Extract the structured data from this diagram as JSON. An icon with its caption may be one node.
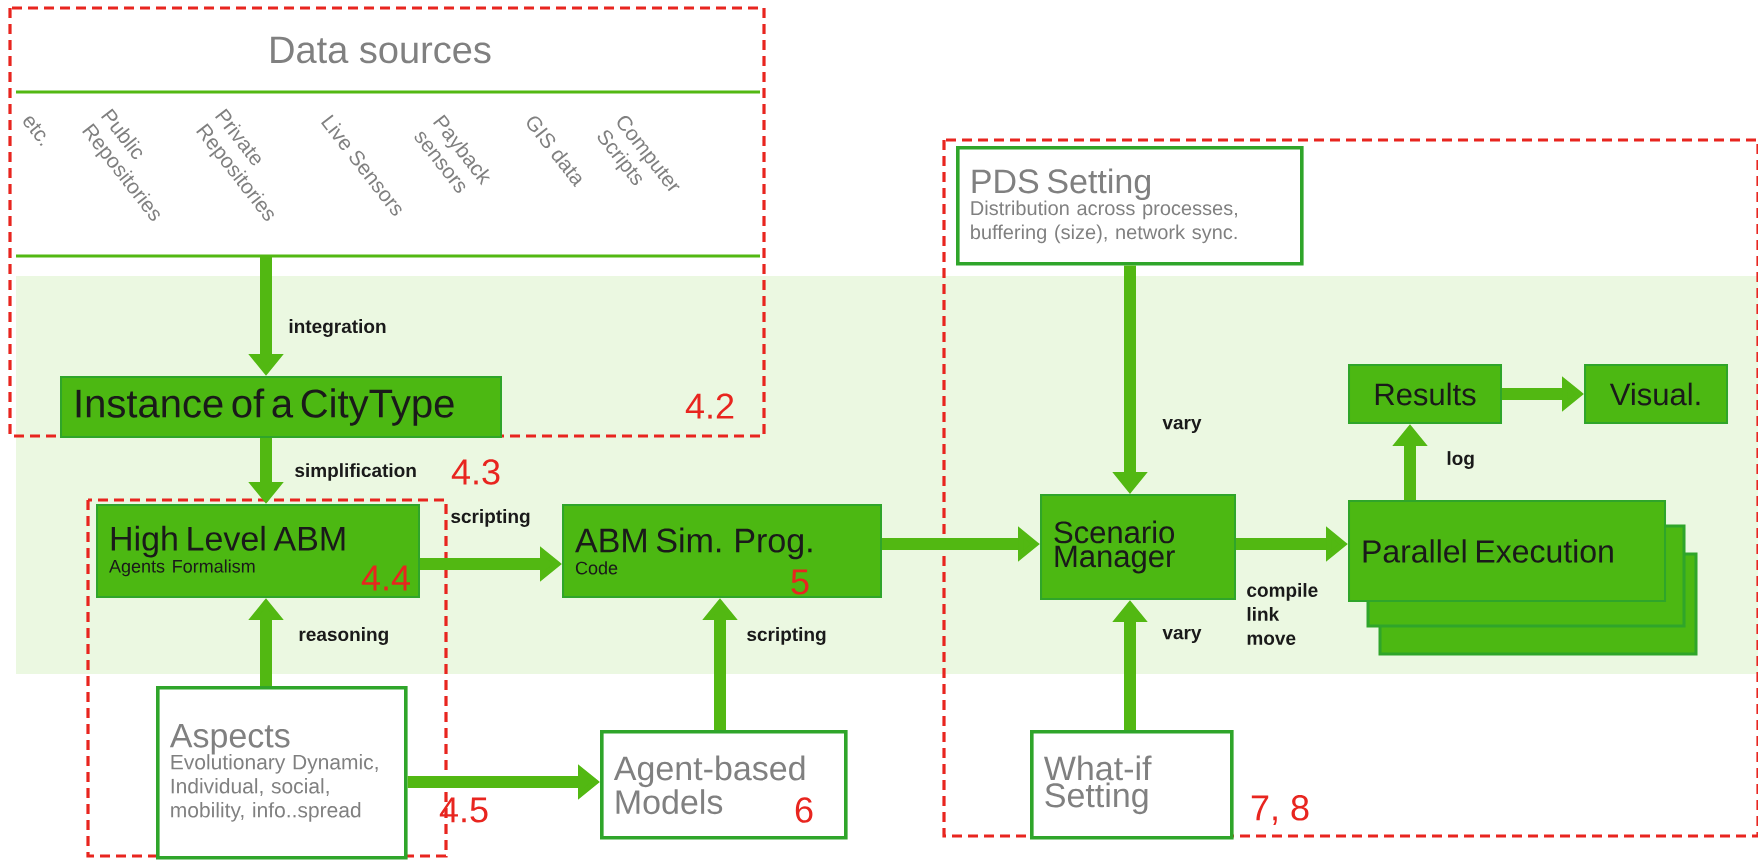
{
  "diagram": {
    "nodes": [
      {
        "text": [
          "Data sources",
          "etc.",
          "Public Repositories",
          "Private Repositories",
          "Live Sensors",
          "Payback sensors",
          "GIS data",
          "Computer Scripts"
        ]
      },
      {
        "text": [
          "Instance of a CityType"
        ]
      },
      {
        "text": [
          "High Level ABM",
          "Agents Formalism"
        ]
      },
      {
        "text": [
          "ABM Sim. Prog.",
          "Code"
        ]
      },
      {
        "text": [
          "Aspects",
          "Evolutionary Dynamic, Individual, social, mobility, info..spread"
        ]
      },
      {
        "text": [
          "Agent-based Models"
        ]
      },
      {
        "text": [
          "PDS Setting",
          "Distribution across processes, buffering (size), network sync."
        ]
      },
      {
        "text": [
          "Scenario Manager"
        ]
      },
      {
        "text": [
          "Parallel Execution"
        ]
      },
      {
        "text": [
          "Results"
        ]
      },
      {
        "text": [
          "Visual."
        ]
      },
      {
        "text": [
          "What-if Setting"
        ]
      }
    ],
    "edges": [
      {
        "from": 0,
        "to": 1,
        "arrow": "to",
        "label": "integration"
      },
      {
        "from": 1,
        "to": 2,
        "arrow": "to",
        "label": "simplification"
      },
      {
        "from": 2,
        "to": 3,
        "arrow": "to",
        "label": "scripting"
      },
      {
        "from": 4,
        "to": 2,
        "arrow": "to",
        "label": "reasoning"
      },
      {
        "from": 4,
        "to": 5,
        "arrow": "to"
      },
      {
        "from": 5,
        "to": 3,
        "arrow": "to",
        "label": "scripting"
      },
      {
        "from": 3,
        "to": 7,
        "arrow": "to"
      },
      {
        "from": 6,
        "to": 7,
        "arrow": "to",
        "label": "vary"
      },
      {
        "from": 11,
        "to": 7,
        "arrow": "to",
        "label": "vary"
      },
      {
        "from": 7,
        "to": 8,
        "arrow": "to",
        "label": "compile link move"
      },
      {
        "from": 8,
        "to": 9,
        "arrow": "to",
        "label": "log"
      },
      {
        "from": 9,
        "to": 10,
        "arrow": "to"
      }
    ],
    "labels": [
      "4.2",
      "4.3",
      "4.4",
      "5",
      "4.5",
      "6",
      "7, 8"
    ]
  }
}
